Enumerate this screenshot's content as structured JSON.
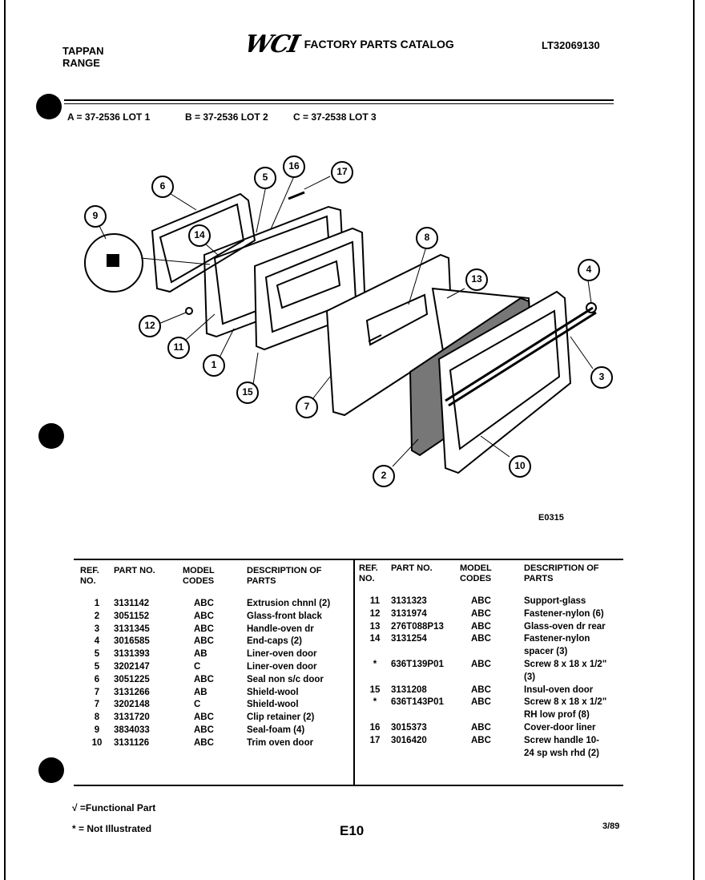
{
  "header": {
    "brand_line1": "TAPPAN",
    "brand_line2": "RANGE",
    "logo_text": "WCI",
    "catalog_title": "FACTORY PARTS CATALOG",
    "catalog_number": "LT32069130"
  },
  "lots": [
    {
      "label": "A = 37-2536 LOT 1"
    },
    {
      "label": "B = 37-2536 LOT 2"
    },
    {
      "label": "C = 37-2538 LOT 3"
    }
  ],
  "diagram": {
    "figure_code": "E0315",
    "callouts": [
      "6",
      "5",
      "16",
      "17",
      "9",
      "14",
      "8",
      "13",
      "4",
      "12",
      "11",
      "1",
      "15",
      "7",
      "3",
      "2",
      "10"
    ]
  },
  "table": {
    "headers": {
      "ref_no": "REF. NO.",
      "part_no": "PART NO.",
      "model_codes": "MODEL CODES",
      "description": "DESCRIPTION OF PARTS"
    },
    "left_rows": [
      {
        "ref": "1",
        "part": "3131142",
        "codes": "ABC",
        "desc": "Extrusion chnnl (2)"
      },
      {
        "ref": "2",
        "part": "3051152",
        "codes": "ABC",
        "desc": "Glass-front black"
      },
      {
        "ref": "3",
        "part": "3131345",
        "codes": "ABC",
        "desc": "Handle-oven dr"
      },
      {
        "ref": "4",
        "part": "3016585",
        "codes": "ABC",
        "desc": "End-caps (2)"
      },
      {
        "ref": "5",
        "part": "3131393",
        "codes": "AB",
        "desc": "Liner-oven door"
      },
      {
        "ref": "5",
        "part": "3202147",
        "codes": "C",
        "desc": "Liner-oven door"
      },
      {
        "ref": "6",
        "part": "3051225",
        "codes": "ABC",
        "desc": "Seal non s/c door"
      },
      {
        "ref": "7",
        "part": "3131266",
        "codes": "AB",
        "desc": "Shield-wool"
      },
      {
        "ref": "7",
        "part": "3202148",
        "codes": "C",
        "desc": "Shield-wool"
      },
      {
        "ref": "8",
        "part": "3131720",
        "codes": "ABC",
        "desc": "Clip retainer (2)"
      },
      {
        "ref": "9",
        "part": "3834033",
        "codes": "ABC",
        "desc": "Seal-foam (4)"
      },
      {
        "ref": "10",
        "part": "3131126",
        "codes": "ABC",
        "desc": "Trim oven door"
      }
    ],
    "right_rows": [
      {
        "ref": "11",
        "part": "3131323",
        "codes": "ABC",
        "desc": "Support-glass"
      },
      {
        "ref": "12",
        "part": "3131974",
        "codes": "ABC",
        "desc": "Fastener-nylon (6)"
      },
      {
        "ref": "13",
        "part": "276T088P13",
        "codes": "ABC",
        "desc": "Glass-oven dr rear"
      },
      {
        "ref": "14",
        "part": "3131254",
        "codes": "ABC",
        "desc": "Fastener-nylon"
      },
      {
        "ref": "",
        "part": "",
        "codes": "",
        "desc": "spacer (3)"
      },
      {
        "ref": "*",
        "part": "636T139P01",
        "codes": "ABC",
        "desc": "Screw 8 x 18 x 1/2\""
      },
      {
        "ref": "",
        "part": "",
        "codes": "",
        "desc": "(3)"
      },
      {
        "ref": "15",
        "part": "3131208",
        "codes": "ABC",
        "desc": "Insul-oven door"
      },
      {
        "ref": "*",
        "part": "636T143P01",
        "codes": "ABC",
        "desc": "Screw 8 x 18 x 1/2\""
      },
      {
        "ref": "",
        "part": "",
        "codes": "",
        "desc": "RH low prof (8)"
      },
      {
        "ref": "16",
        "part": "3015373",
        "codes": "ABC",
        "desc": "Cover-door liner"
      },
      {
        "ref": "17",
        "part": "3016420",
        "codes": "ABC",
        "desc": "Screw handle 10-"
      },
      {
        "ref": "",
        "part": "",
        "codes": "",
        "desc": "24 sp wsh rhd (2)"
      }
    ]
  },
  "footer": {
    "legend_functional": "√ =Functional Part",
    "legend_not_illustrated": "* = Not Illustrated",
    "page_code": "E10",
    "date": "3/89"
  }
}
